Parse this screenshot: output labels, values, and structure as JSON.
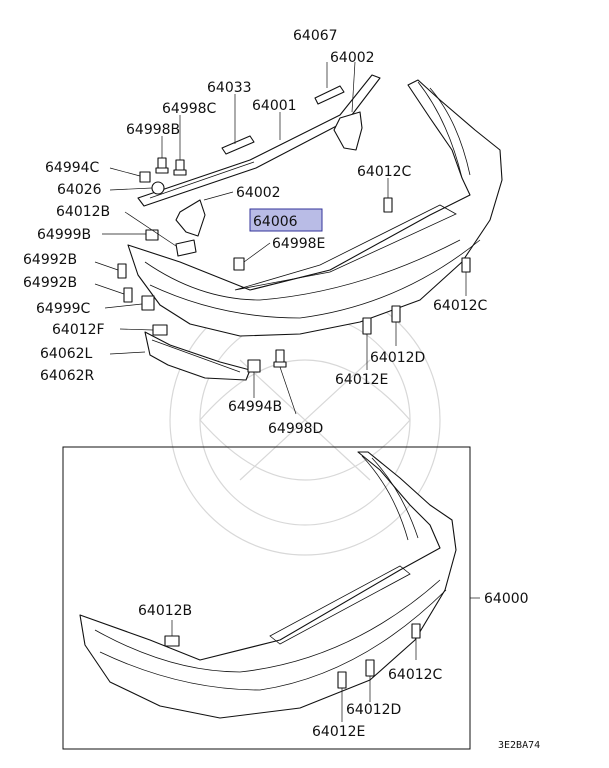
{
  "labels": {
    "p64067": "64067",
    "p64002_top": "64002",
    "p64033": "64033",
    "p64001": "64001",
    "p64998c": "64998C",
    "p64998b": "64998B",
    "p64994c": "64994C",
    "p64026": "64026",
    "p64002_mid": "64002",
    "p64012b_top": "64012B",
    "p64006": "64006",
    "p64999b": "64999B",
    "p64998e": "64998E",
    "p64012c_top": "64012C",
    "p64992b_1": "64992B",
    "p64992b_2": "64992B",
    "p64999c": "64999C",
    "p64012c_right": "64012C",
    "p64012f": "64012F",
    "p64062l": "64062L",
    "p64062r": "64062R",
    "p64012d_top": "64012D",
    "p64012e_top": "64012E",
    "p64994b": "64994B",
    "p64998d": "64998D",
    "p64000": "64000",
    "p64012b_box": "64012B",
    "p64012c_box": "64012C",
    "p64012d_box": "64012D",
    "p64012e_box": "64012E"
  },
  "diagram_code": "3E2BA74",
  "colors": {
    "highlight_fill": "#b9bce6",
    "highlight_stroke": "#333399",
    "ink": "#111111"
  }
}
